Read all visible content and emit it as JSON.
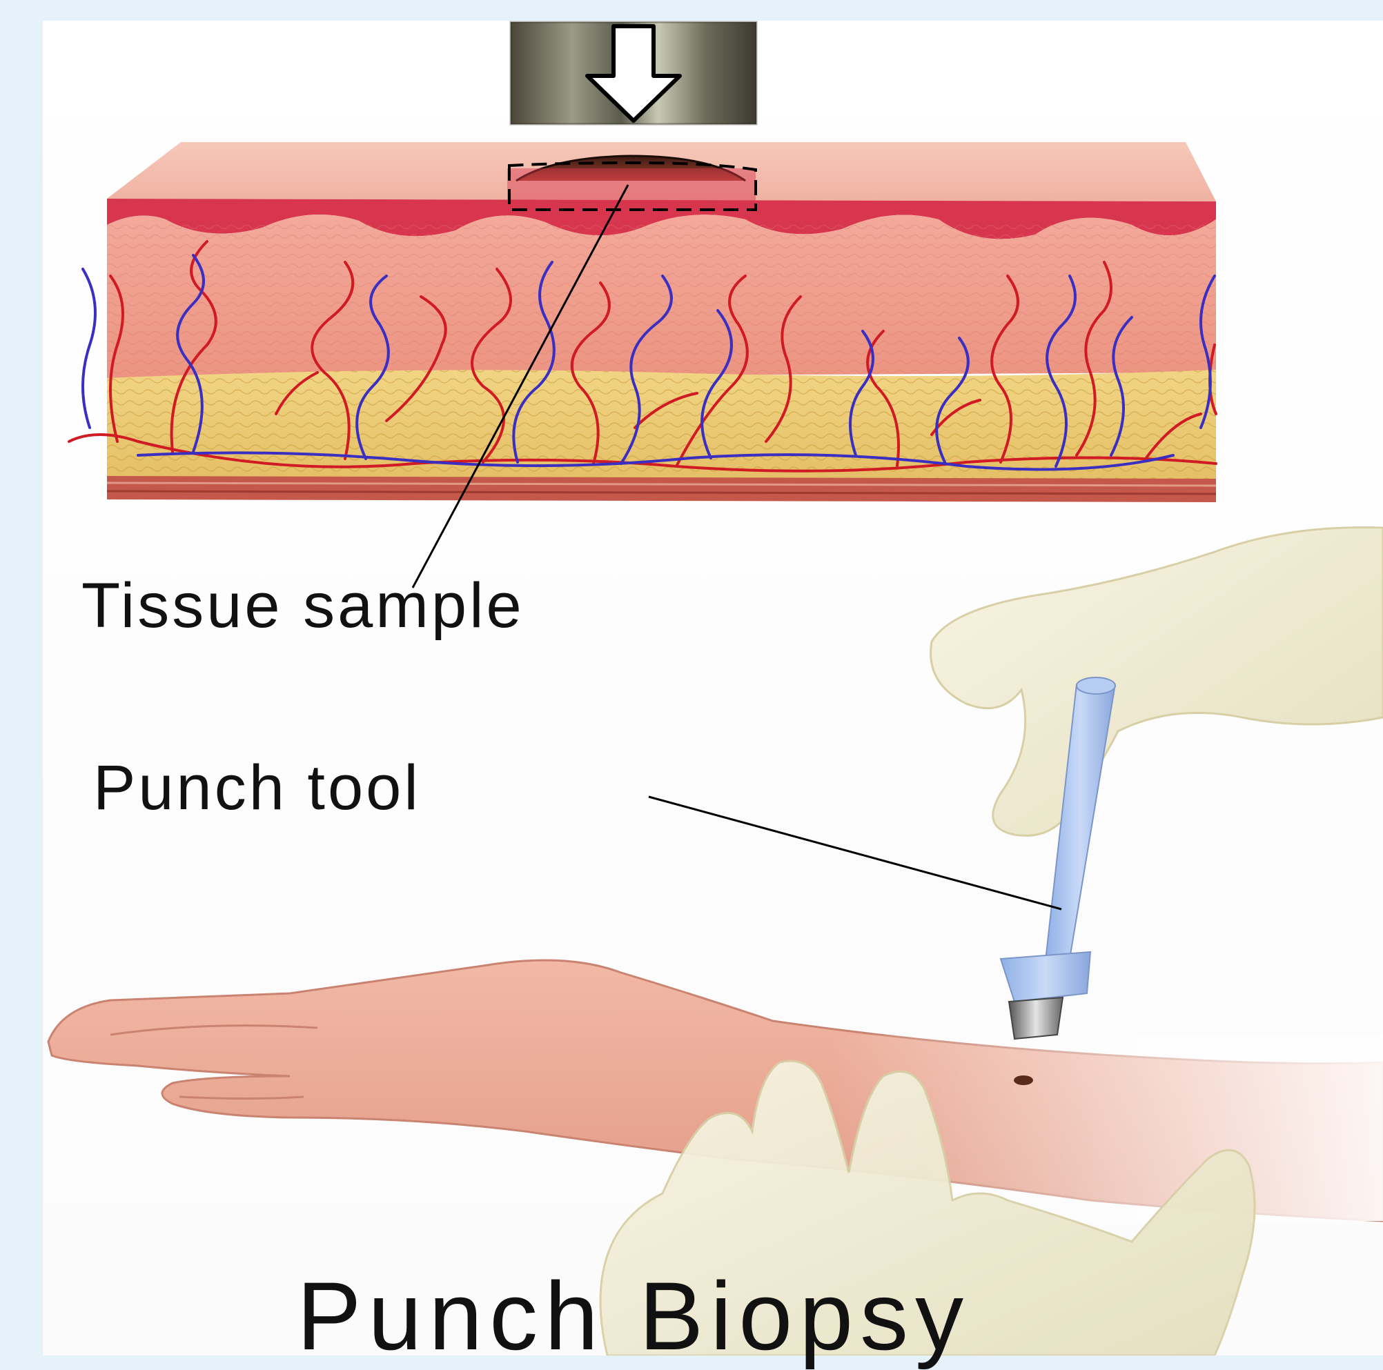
{
  "labels": {
    "tissue_sample": "Tissue sample",
    "punch_tool": "Punch tool",
    "title": "Punch Biopsy"
  },
  "colors": {
    "background": "#e6f2f9",
    "panel": "#ffffff",
    "epidermis": "#f2b6a8",
    "dermis_red": "#d8364e",
    "dermis": "#ee9c8d",
    "fat": "#e9c873",
    "artery": "#d01a24",
    "vein": "#3a2fc0",
    "glove": "#f1ecd2",
    "skin": "#e7a996",
    "tool": "#a9c4ee"
  },
  "icons": {
    "arrow": "down-arrow-icon"
  }
}
